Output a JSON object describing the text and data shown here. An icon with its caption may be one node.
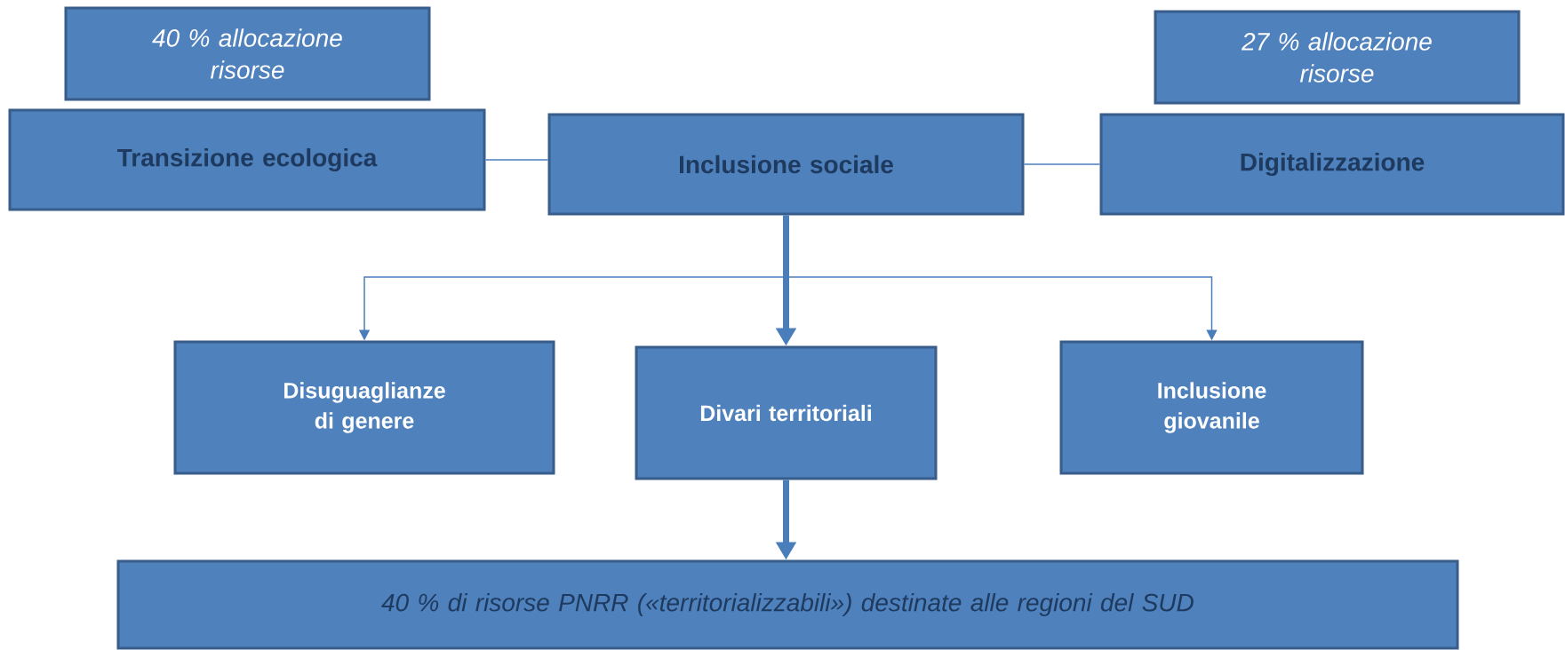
{
  "diagram": {
    "nodes": [
      {
        "text": [
          "40 % allocazione risorse"
        ]
      },
      {
        "text": [
          "Transizione ecologica"
        ]
      },
      {
        "text": [
          "Inclusione sociale"
        ]
      },
      {
        "text": [
          "27 % allocazione risorse"
        ]
      },
      {
        "text": [
          "Digitalizzazione"
        ]
      },
      {
        "text": [
          "Disuguaglianze di genere"
        ]
      },
      {
        "text": [
          "Divari territoriali"
        ]
      },
      {
        "text": [
          "Inclusione giovanile"
        ]
      },
      {
        "text": [
          "40 % di risorse PNRR («territorializzabili») destinate alle regioni del SUD"
        ]
      }
    ],
    "edges": [
      {
        "from": 1,
        "to": 2,
        "arrow": "none"
      },
      {
        "from": 2,
        "to": 4,
        "arrow": "none"
      },
      {
        "from": 2,
        "to": 5,
        "arrow": "to"
      },
      {
        "from": 2,
        "to": 6,
        "arrow": "to",
        "style": "thick"
      },
      {
        "from": 2,
        "to": 7,
        "arrow": "to"
      },
      {
        "from": 6,
        "to": 8,
        "arrow": "to",
        "style": "thick"
      }
    ]
  }
}
